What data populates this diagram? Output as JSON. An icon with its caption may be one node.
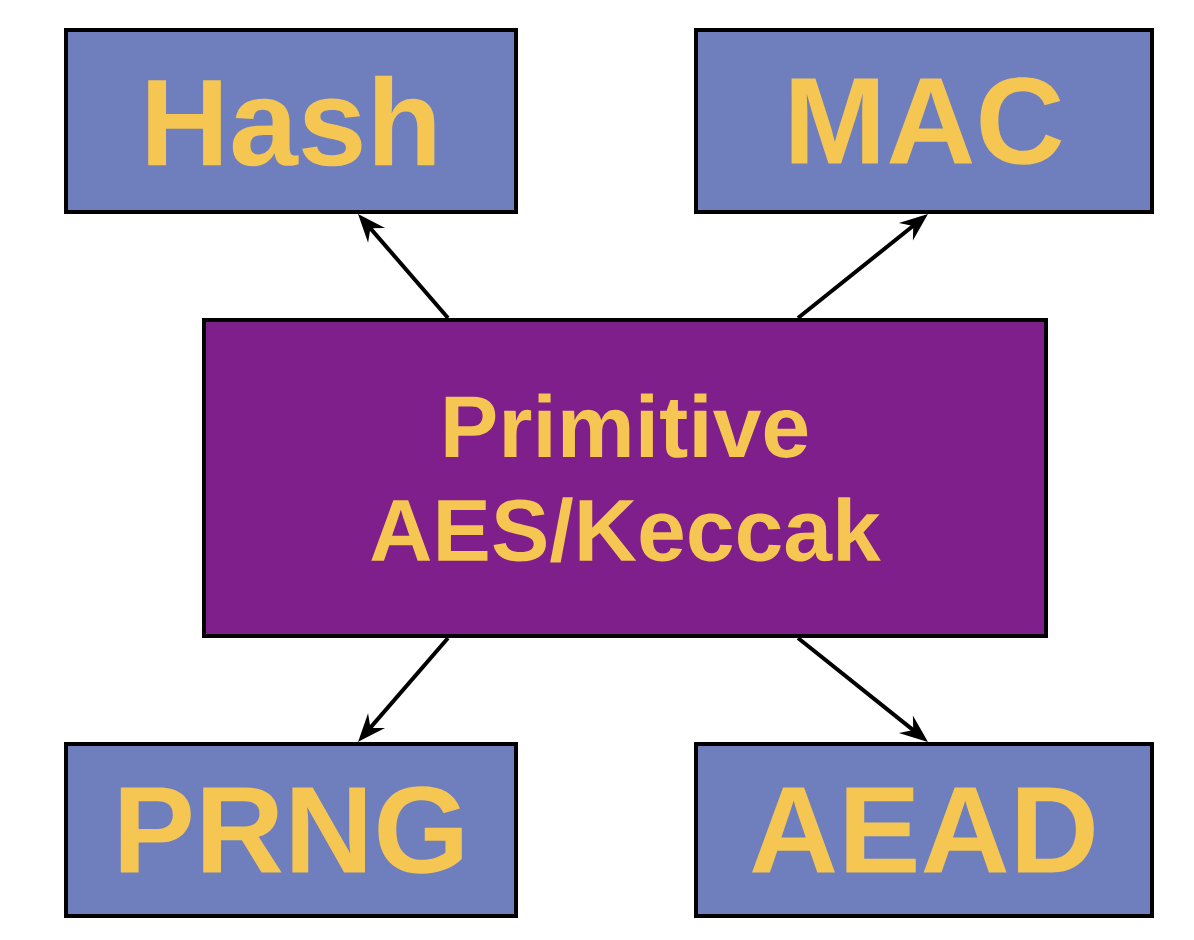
{
  "diagram": {
    "nodes": [
      {
        "text": [
          "Hash"
        ]
      },
      {
        "text": [
          "MAC"
        ]
      },
      {
        "text": [
          "Primitive AES/Keccak"
        ]
      },
      {
        "text": [
          "PRNG"
        ]
      },
      {
        "text": [
          "AEAD"
        ]
      }
    ],
    "edges": [
      {
        "from": 2,
        "to": 0,
        "arrow": "to"
      },
      {
        "from": 2,
        "to": 1,
        "arrow": "to"
      },
      {
        "from": 2,
        "to": 3,
        "arrow": "to"
      },
      {
        "from": 2,
        "to": 4,
        "arrow": "to"
      }
    ]
  }
}
